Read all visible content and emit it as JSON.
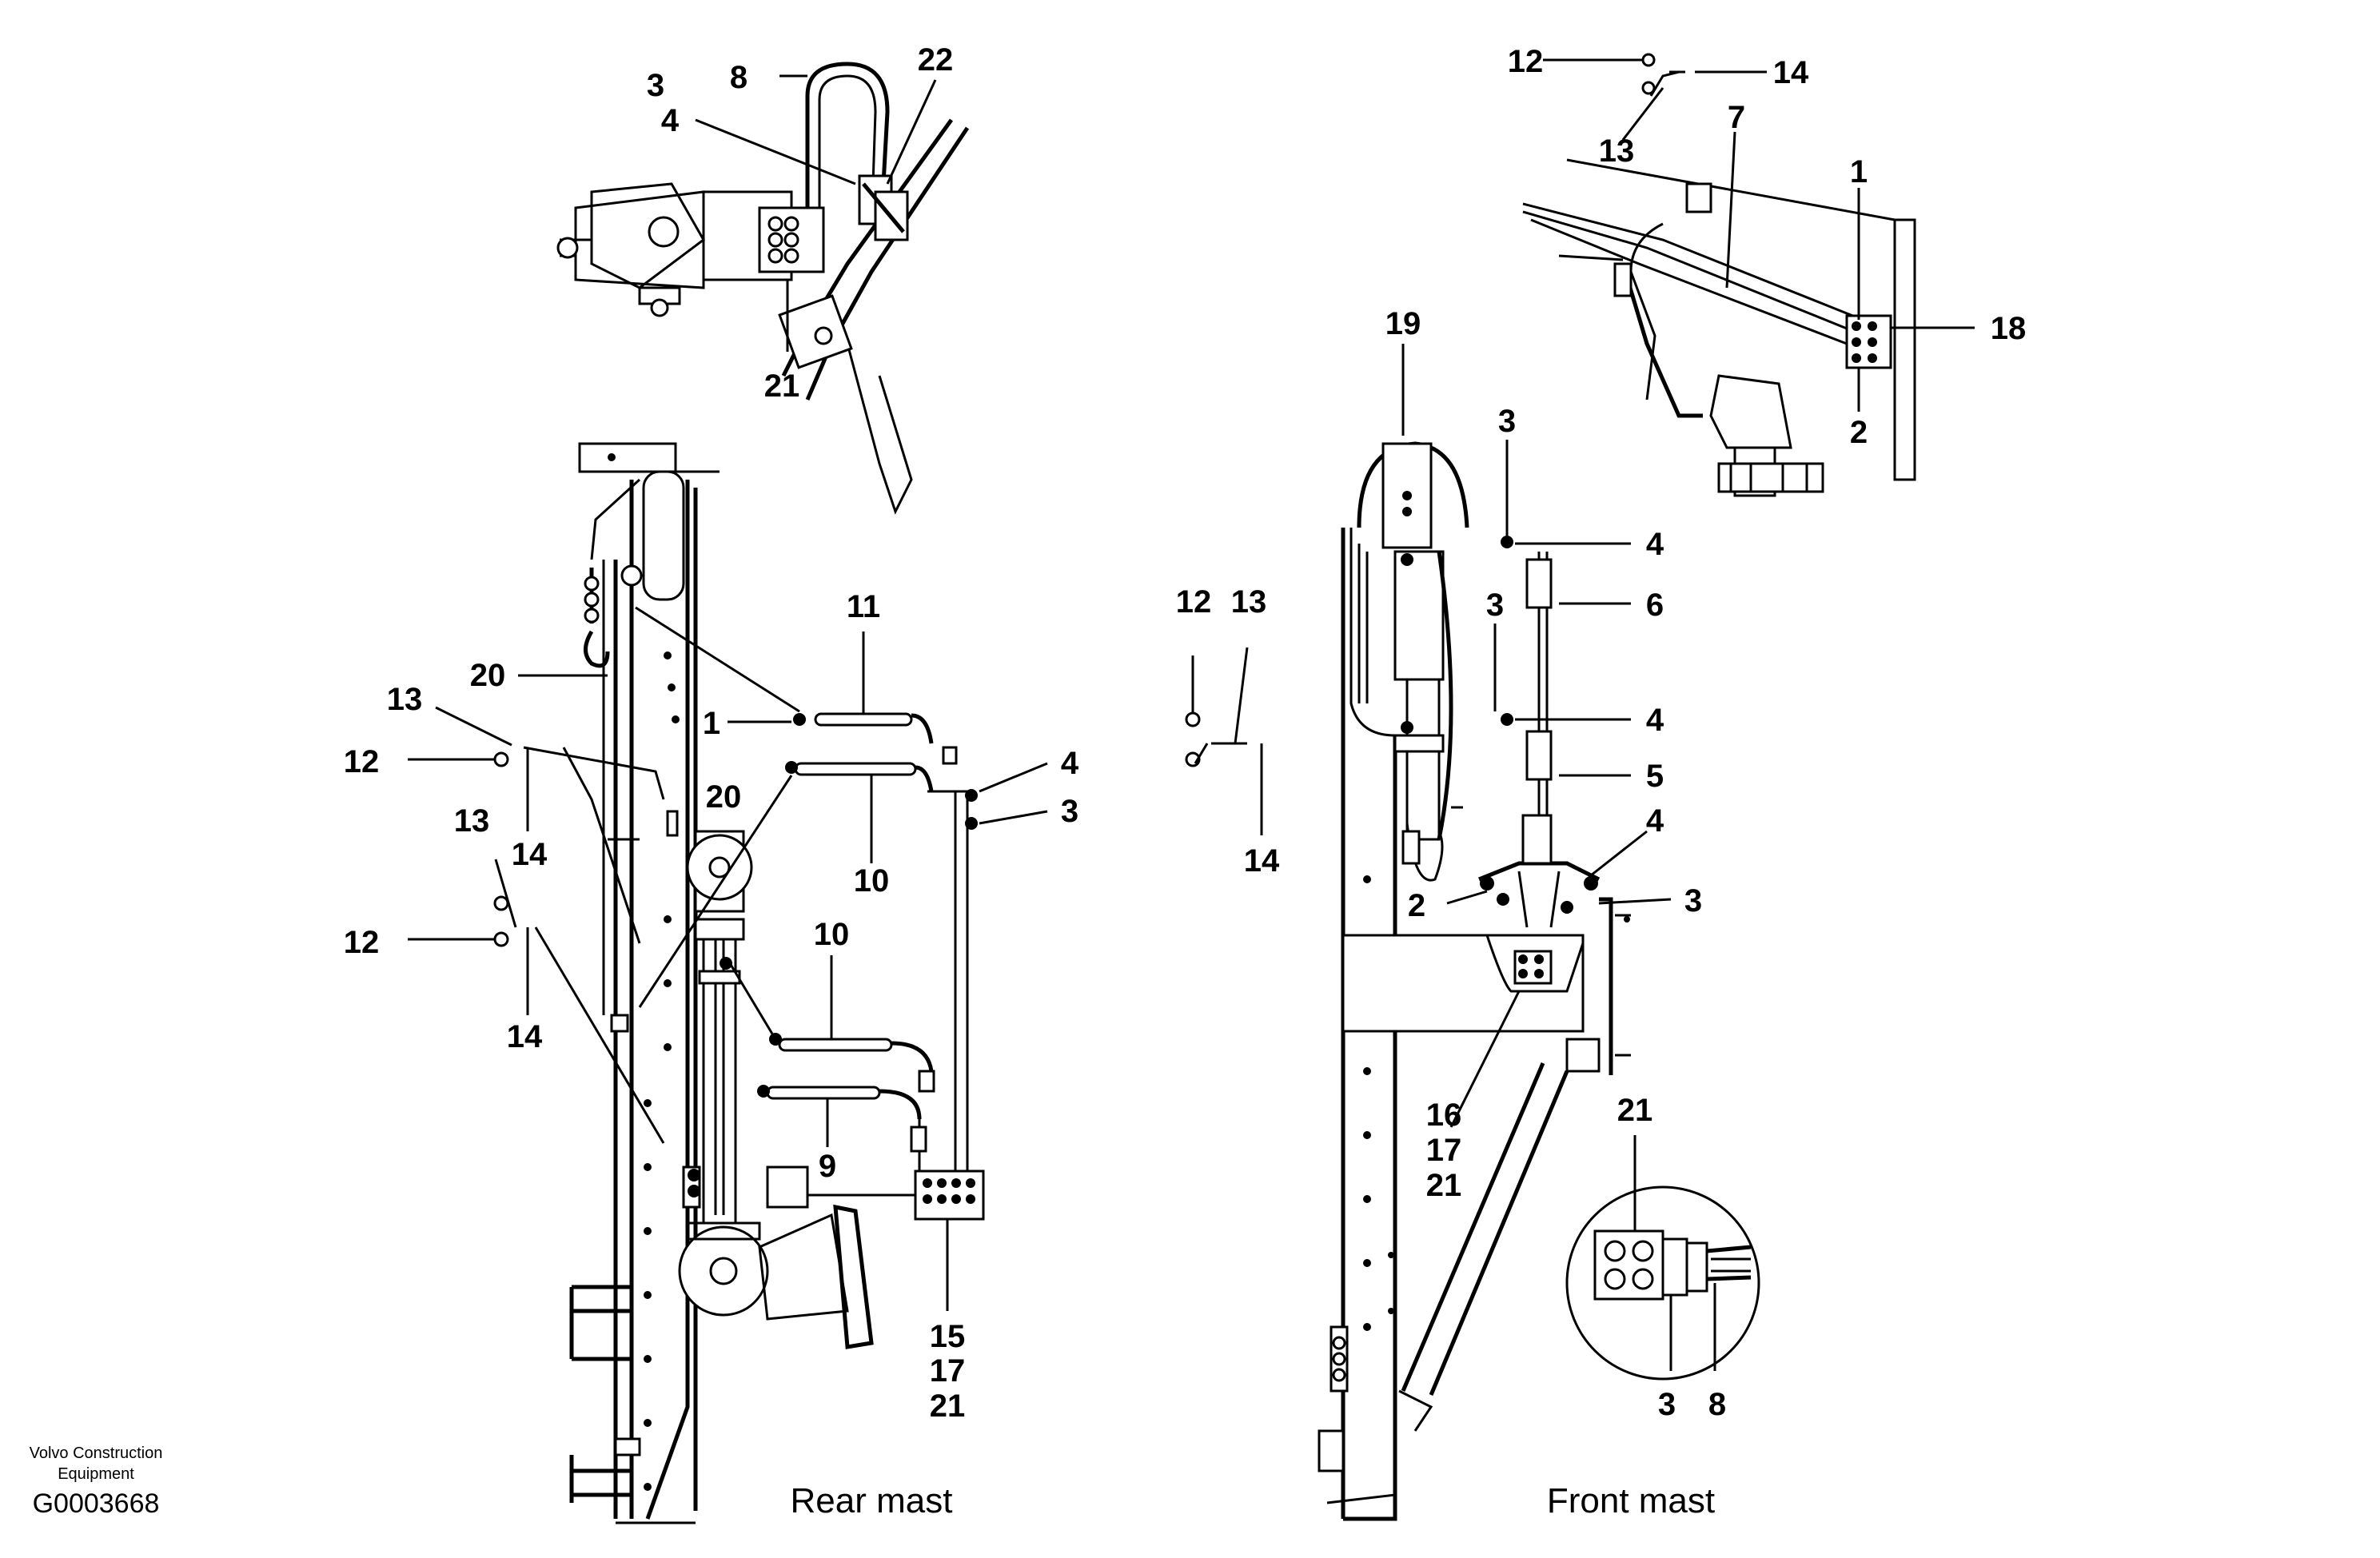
{
  "views": {
    "rear_mast_caption": "Rear mast",
    "front_mast_caption": "Front mast"
  },
  "footer": {
    "company_line1": "Volvo Construction",
    "company_line2": "Equipment",
    "drawing_id": "G0003668"
  },
  "callouts": {
    "top_left": [
      "3",
      "4",
      "8",
      "22",
      "21"
    ],
    "rear_mast": [
      "20",
      "13",
      "12",
      "13",
      "14",
      "12",
      "14",
      "1",
      "11",
      "20",
      "10",
      "4",
      "3",
      "10",
      "9",
      "15",
      "17",
      "21"
    ],
    "top_right": [
      "12",
      "13",
      "14",
      "7",
      "1",
      "18",
      "2"
    ],
    "front_mast": [
      "19",
      "12",
      "13",
      "14",
      "3",
      "4",
      "6",
      "3",
      "4",
      "5",
      "4",
      "2",
      "3",
      "16",
      "17",
      "21"
    ],
    "detail": [
      "21",
      "3",
      "8"
    ]
  },
  "colors": {
    "ink": "#000000",
    "paper": "#ffffff"
  }
}
